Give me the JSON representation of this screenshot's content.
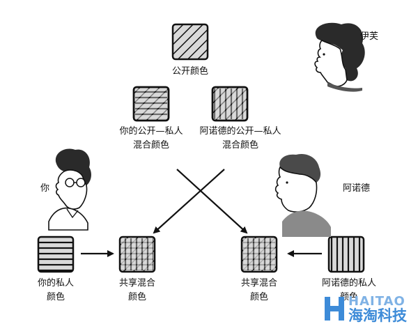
{
  "labels": {
    "public_color": "公开颜色",
    "your_mix_1": "你的公开—私人",
    "your_mix_2": "混合颜色",
    "arnold_mix_1": "阿诺德的公开—私人",
    "arnold_mix_2": "混合颜色",
    "your_private_1": "你的私人",
    "your_private_2": "颜色",
    "shared_left_1": "共享混合",
    "shared_left_2": "颜色",
    "shared_right_1": "共享混合",
    "shared_right_2": "颜色",
    "arnold_private_1": "阿诺德的私人",
    "arnold_private_2": "颜色"
  },
  "people": {
    "eve": "伊芙",
    "you": "你",
    "arnold": "阿诺德"
  },
  "watermark": {
    "brand_en": "HAITAO",
    "brand_cn": "海淘科技",
    "color": "#3d8bd8"
  }
}
